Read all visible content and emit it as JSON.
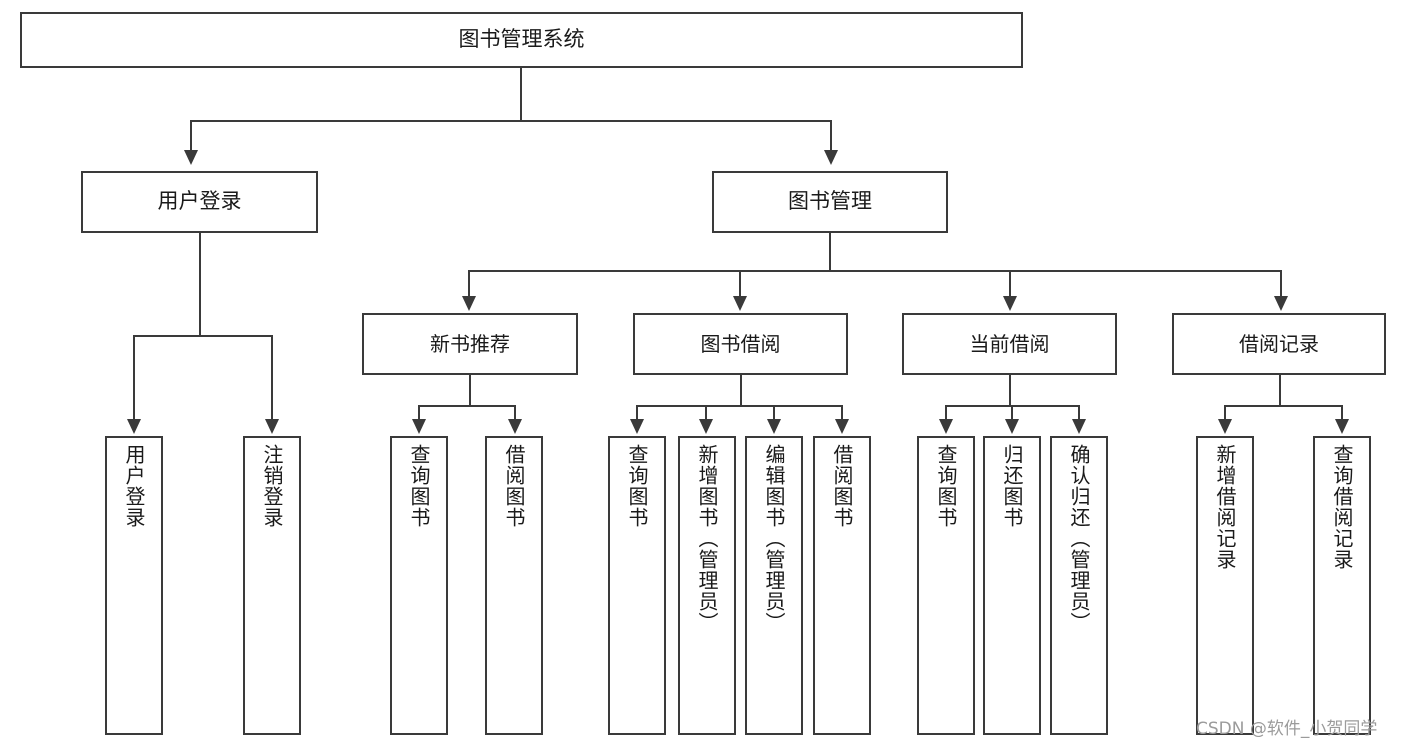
{
  "diagram": {
    "title": "图书管理系统",
    "type": "tree",
    "root": {
      "label": "图书管理系统"
    },
    "level1": [
      {
        "id": "user-login",
        "label": "用户登录"
      },
      {
        "id": "book-management",
        "label": "图书管理"
      }
    ],
    "level2": [
      {
        "id": "new-book-recommend",
        "label": "新书推荐",
        "parent": "book-management"
      },
      {
        "id": "book-borrow",
        "label": "图书借阅",
        "parent": "book-management"
      },
      {
        "id": "current-borrow",
        "label": "当前借阅",
        "parent": "book-management"
      },
      {
        "id": "borrow-record",
        "label": "借阅记录",
        "parent": "book-management"
      }
    ],
    "leaves": {
      "user_login": [
        {
          "id": "leaf-user-login",
          "label": "用户登录"
        },
        {
          "id": "leaf-logout",
          "label": "注销登录"
        }
      ],
      "new_book_recommend": [
        {
          "id": "leaf-query-book-1",
          "label": "查询图书"
        },
        {
          "id": "leaf-borrow-book-1",
          "label": "借阅图书"
        }
      ],
      "book_borrow": [
        {
          "id": "leaf-query-book-2",
          "label": "查询图书"
        },
        {
          "id": "leaf-add-book",
          "label": "新增图书（管理员）"
        },
        {
          "id": "leaf-edit-book",
          "label": "编辑图书（管理员）"
        },
        {
          "id": "leaf-borrow-book-2",
          "label": "借阅图书"
        }
      ],
      "current_borrow": [
        {
          "id": "leaf-query-book-3",
          "label": "查询图书"
        },
        {
          "id": "leaf-return-book",
          "label": "归还图书"
        },
        {
          "id": "leaf-confirm-return",
          "label": "确认归还（管理员）"
        }
      ],
      "borrow_record": [
        {
          "id": "leaf-add-record",
          "label": "新增借阅记录"
        },
        {
          "id": "leaf-query-record",
          "label": "查询借阅记录"
        }
      ]
    }
  },
  "watermark": {
    "text": "CSDN @软件_小贺同学"
  },
  "colors": {
    "stroke": "#3a3a3a",
    "background": "#ffffff",
    "text": "#1a1a1a",
    "watermark": "#9b9b9b"
  }
}
